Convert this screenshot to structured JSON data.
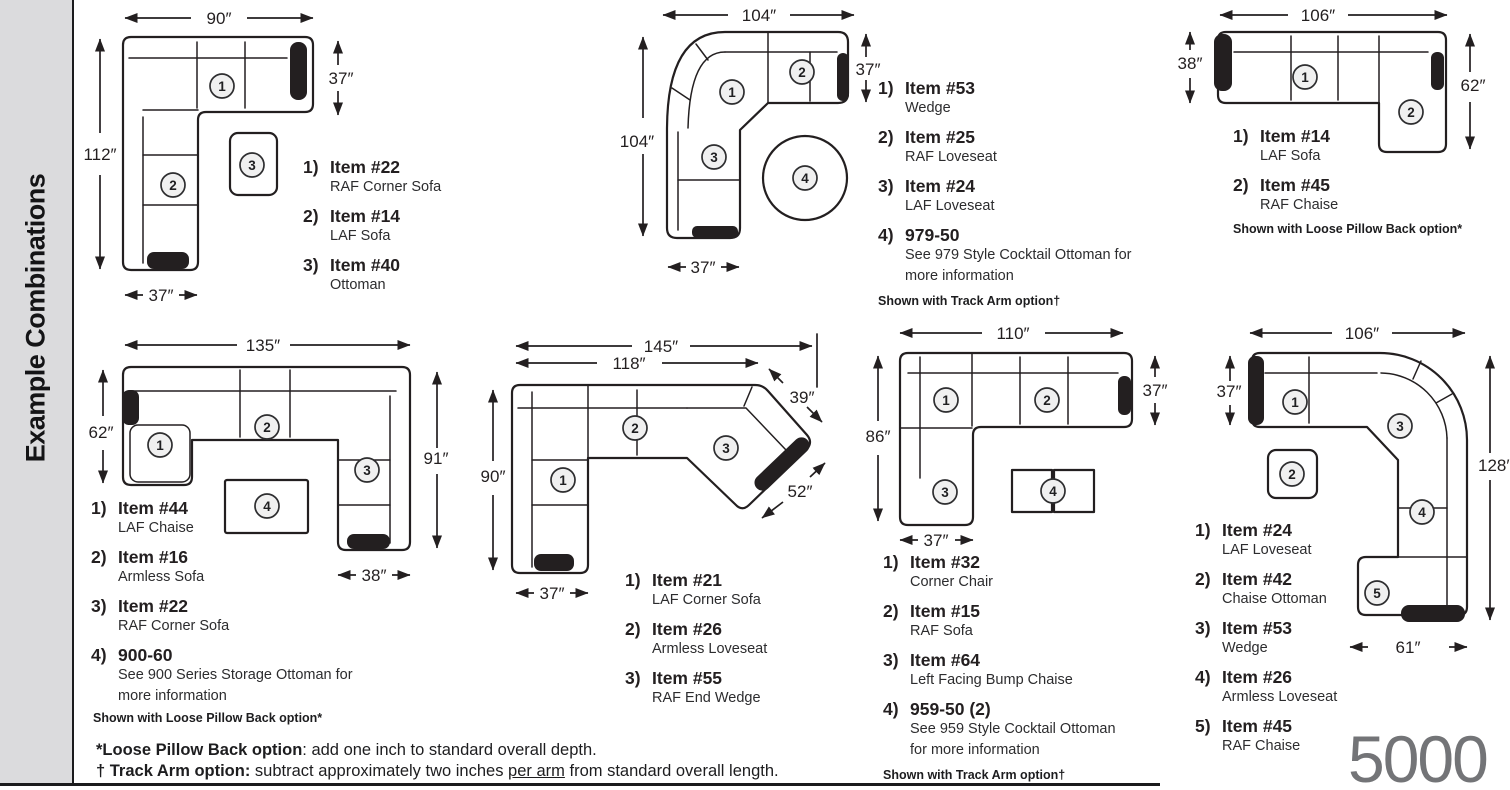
{
  "sidebar": {
    "title": "Example Combinations"
  },
  "series_number": "5000",
  "footnotes": {
    "loose_pillow_bold": "*Loose Pillow Back option",
    "loose_pillow_rest": ": add one inch to standard overall depth.",
    "track_arm_bold": "† Track Arm option:",
    "track_arm_rest_1": " subtract approximately two inches ",
    "track_arm_underlined": "per arm",
    "track_arm_rest_2": " from standard overall length."
  },
  "colors": {
    "ink": "#231f20",
    "sidebar_bg": "#dbdbdd",
    "series_gray": "#737477"
  },
  "combos": [
    {
      "name": "corner-sofa-combination-90x112",
      "dims": {
        "top": "90″",
        "left": "112″",
        "right": "37″",
        "bottom": "37″"
      },
      "badges": [
        "1",
        "2",
        "3"
      ],
      "items": [
        {
          "num": "1)",
          "code": "Item #22",
          "desc": "RAF Corner Sofa"
        },
        {
          "num": "2)",
          "code": "Item #14",
          "desc": "LAF Sofa"
        },
        {
          "num": "3)",
          "code": "Item #40",
          "desc": "Ottoman"
        }
      ]
    },
    {
      "name": "curved-wedge-combination-104x104",
      "dims": {
        "top": "104″",
        "left": "104″",
        "right": "37″",
        "bottom": "37″"
      },
      "badges": [
        "1",
        "2",
        "3",
        "4"
      ],
      "items": [
        {
          "num": "1)",
          "code": "Item #53",
          "desc": "Wedge"
        },
        {
          "num": "2)",
          "code": "Item #25",
          "desc": "RAF Loveseat"
        },
        {
          "num": "3)",
          "code": "Item #24",
          "desc": "LAF Loveseat"
        },
        {
          "num": "4)",
          "code": "979-50",
          "desc": "See 979 Style Cocktail Ottoman for more information"
        }
      ],
      "note": "Shown with Track Arm option†"
    },
    {
      "name": "sofa-chaise-combination-106",
      "dims": {
        "top": "106″",
        "left": "38″",
        "right": "62″"
      },
      "badges": [
        "1",
        "2"
      ],
      "items": [
        {
          "num": "1)",
          "code": "Item #14",
          "desc": "LAF Sofa"
        },
        {
          "num": "2)",
          "code": "Item #45",
          "desc": "RAF Chaise"
        }
      ],
      "note": "Shown with Loose Pillow Back option*"
    },
    {
      "name": "chaise-corner-combination-135x91",
      "dims": {
        "top": "135″",
        "left": "62″",
        "right": "91″",
        "bottom": "38″"
      },
      "badges": [
        "1",
        "2",
        "3",
        "4"
      ],
      "items": [
        {
          "num": "1)",
          "code": "Item #44",
          "desc": "LAF Chaise"
        },
        {
          "num": "2)",
          "code": "Item #16",
          "desc": "Armless Sofa"
        },
        {
          "num": "3)",
          "code": "Item #22",
          "desc": "RAF Corner Sofa"
        },
        {
          "num": "4)",
          "code": "900-60",
          "desc": "See 900 Series Storage Ottoman for more information"
        }
      ],
      "note": "Shown with Loose Pillow Back option*"
    },
    {
      "name": "end-wedge-combination-145",
      "dims": {
        "top_outer": "145″",
        "top_inner": "118″",
        "left": "90″",
        "diag_upper": "39″",
        "diag_lower": "52″",
        "bottom": "37″"
      },
      "badges": [
        "1",
        "2",
        "3"
      ],
      "items": [
        {
          "num": "1)",
          "code": "Item #21",
          "desc": "LAF Corner Sofa"
        },
        {
          "num": "2)",
          "code": "Item #26",
          "desc": "Armless Loveseat"
        },
        {
          "num": "3)",
          "code": "Item #55",
          "desc": "RAF End Wedge"
        }
      ]
    },
    {
      "name": "corner-chair-bump-chaise-combination-110x86",
      "dims": {
        "top": "110″",
        "left": "86″",
        "right": "37″",
        "bottom": "37″"
      },
      "badges": [
        "1",
        "2",
        "3",
        "4"
      ],
      "items": [
        {
          "num": "1)",
          "code": "Item #32",
          "desc": "Corner Chair"
        },
        {
          "num": "2)",
          "code": "Item #15",
          "desc": "RAF Sofa"
        },
        {
          "num": "3)",
          "code": "Item #64",
          "desc": "Left Facing Bump Chaise"
        },
        {
          "num": "4)",
          "code": "959-50 (2)",
          "desc": "See 959 Style Cocktail Ottoman for more information"
        }
      ],
      "note": "Shown with Track Arm option†"
    },
    {
      "name": "wedge-chaise-combination-106x128",
      "dims": {
        "top": "106″",
        "left": "37″",
        "right": "128″",
        "bottom": "61″"
      },
      "badges": [
        "1",
        "2",
        "3",
        "4",
        "5"
      ],
      "items": [
        {
          "num": "1)",
          "code": "Item #24",
          "desc": "LAF Loveseat"
        },
        {
          "num": "2)",
          "code": "Item #42",
          "desc": "Chaise Ottoman"
        },
        {
          "num": "3)",
          "code": "Item #53",
          "desc": "Wedge"
        },
        {
          "num": "4)",
          "code": "Item #26",
          "desc": "Armless Loveseat"
        },
        {
          "num": "5)",
          "code": "Item #45",
          "desc": "RAF Chaise"
        }
      ]
    }
  ]
}
